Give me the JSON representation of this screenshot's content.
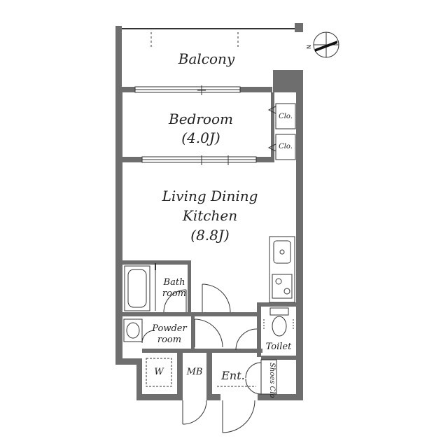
{
  "rooms": {
    "balcony": "Balcony",
    "bedroom": "Bedroom",
    "bedroom_size": "(4.0J)",
    "closet_1": "Clo.",
    "closet_2": "Clo.",
    "ldk_line1": "Living Dining",
    "ldk_line2": "Kitchen",
    "ldk_size": "(8.8J)",
    "bath_line1": "Bath",
    "bath_line2": "room",
    "powder_line1": "Powder",
    "powder_line2": "room",
    "washer": "W",
    "meter_box": "MB",
    "entrance": "Ent.",
    "shoes_closet": "Shoes Clo",
    "toilet": "Toilet"
  },
  "compass": {
    "north": "N"
  }
}
